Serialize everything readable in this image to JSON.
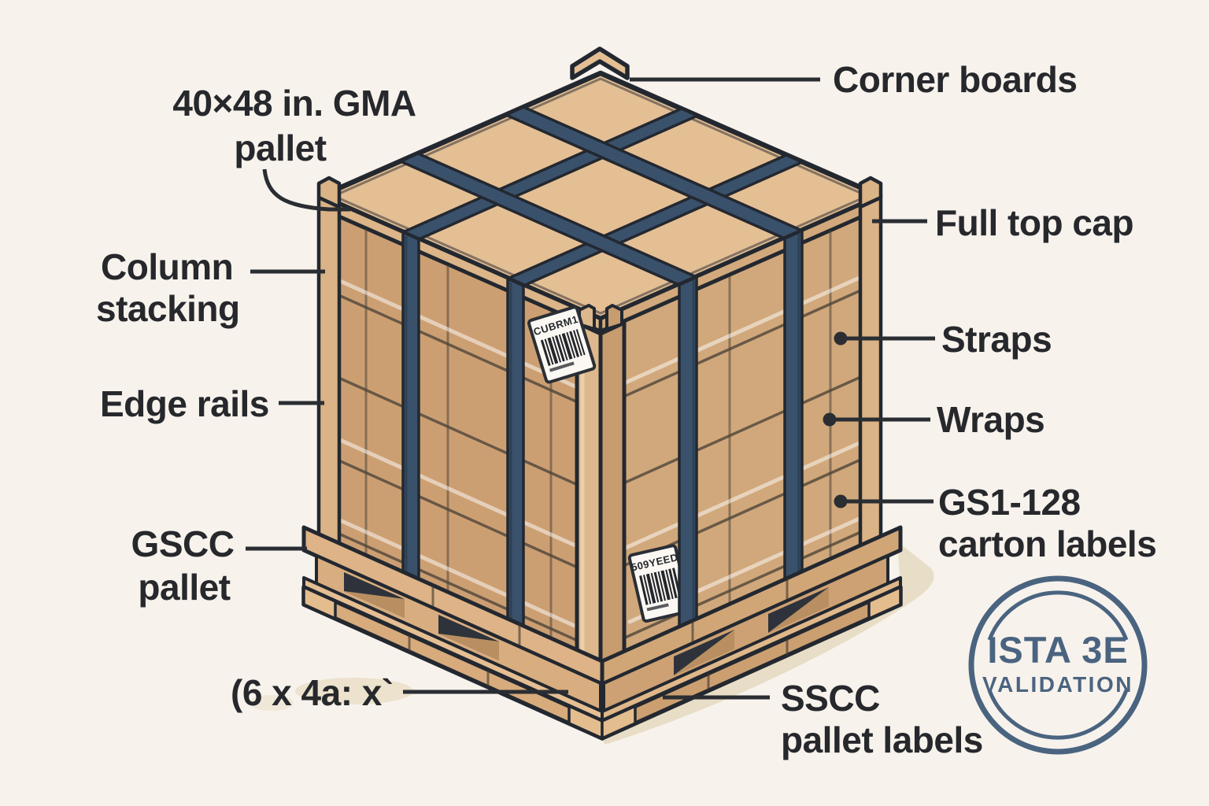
{
  "scene": {
    "background": "#f7f2ec",
    "outline": "#232830",
    "text_color": "#26282c"
  },
  "annotations": {
    "gma_pallet": {
      "line1": "40×48 in. GMA",
      "line2": "pallet"
    },
    "column_stacking": {
      "line1": "Column",
      "line2": "stacking"
    },
    "edge_rails": {
      "label": "Edge rails"
    },
    "gscc_pallet": {
      "line1": "GSCC",
      "line2": "pallet"
    },
    "pattern_note": {
      "label": "(6 x 4a: x`"
    },
    "corner_boards": {
      "label": "Corner boards"
    },
    "full_top_cap": {
      "label": "Full top cap"
    },
    "straps": {
      "label": "Straps"
    },
    "wraps": {
      "label": "Wraps"
    },
    "gs1_labels": {
      "line1": "GS1-128",
      "line2": "carton labels"
    },
    "sscc_labels": {
      "line1": "SSCC",
      "line2": "pallet labels"
    }
  },
  "stamp": {
    "line1": "ISTA 3E",
    "line2": "VALIDATION",
    "color": "#4a6480"
  },
  "carton_labels": {
    "left_text": "CUBRM1",
    "right_text": "509YEED"
  },
  "palette": {
    "carton_left": "#cc9f72",
    "carton_right": "#d1a87b",
    "carton_top": "#e4bf94",
    "strap": "#3a516c",
    "wood_light": "#e5bf93",
    "wood_mid": "#d8ad7f",
    "wood_dark": "#cc9f70",
    "shadow": "#e8ddc6"
  }
}
